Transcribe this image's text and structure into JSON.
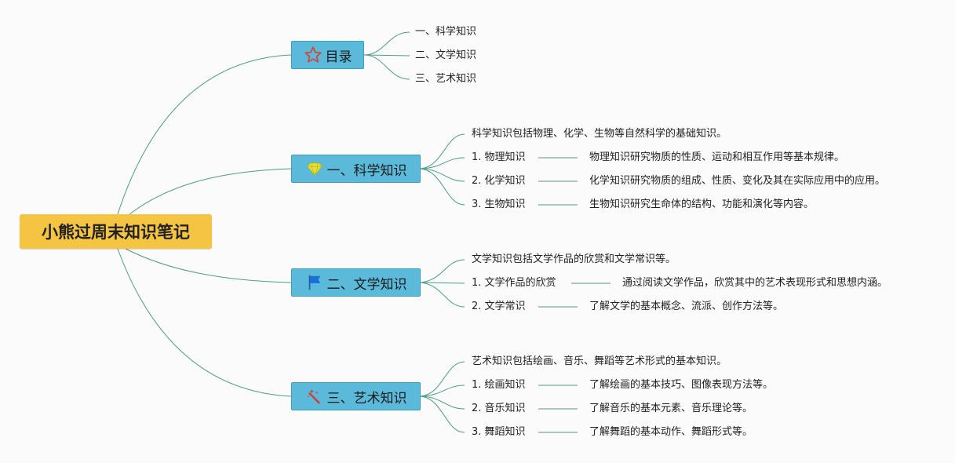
{
  "root": {
    "title": "小熊过周末知识笔记"
  },
  "toc": {
    "title": "目录",
    "icon": "star-icon",
    "items": [
      "一、科学知识",
      "二、文学知识",
      "三、艺术知识"
    ]
  },
  "science": {
    "title": "一、科学知识",
    "icon": "gem-icon",
    "intro": "科学知识包括物理、化学、生物等自然科学的基础知识。",
    "items": [
      {
        "label": "1. 物理知识",
        "detail": "物理知识研究物质的性质、运动和相互作用等基本规律。"
      },
      {
        "label": "2. 化学知识",
        "detail": "化学知识研究物质的组成、性质、变化及其在实际应用中的应用。"
      },
      {
        "label": "3. 生物知识",
        "detail": "生物知识研究生命体的结构、功能和演化等内容。"
      }
    ]
  },
  "literature": {
    "title": "二、文学知识",
    "icon": "flag-icon",
    "intro": "文学知识包括文学作品的欣赏和文学常识等。",
    "items": [
      {
        "label": "1. 文学作品的欣赏",
        "detail": "通过阅读文学作品，欣赏其中的艺术表现形式和思想内涵。"
      },
      {
        "label": "2. 文学常识",
        "detail": "了解文学的基本概念、流派、创作方法等。"
      }
    ]
  },
  "art": {
    "title": "三、艺术知识",
    "icon": "magic-wand-icon",
    "intro": "艺术知识包括绘画、音乐、舞蹈等艺术形式的基本知识。",
    "items": [
      {
        "label": "1. 绘画知识",
        "detail": "了解绘画的基本技巧、图像表现方法等。"
      },
      {
        "label": "2. 音乐知识",
        "detail": "了解音乐的基本元素、音乐理论等。"
      },
      {
        "label": "3. 舞蹈知识",
        "detail": "了解舞蹈的基本动作、舞蹈形式等。"
      }
    ]
  },
  "colors": {
    "root_fill": "#f6c443",
    "topic_fill": "#5bb9d9",
    "edge": "#4e9a86"
  }
}
